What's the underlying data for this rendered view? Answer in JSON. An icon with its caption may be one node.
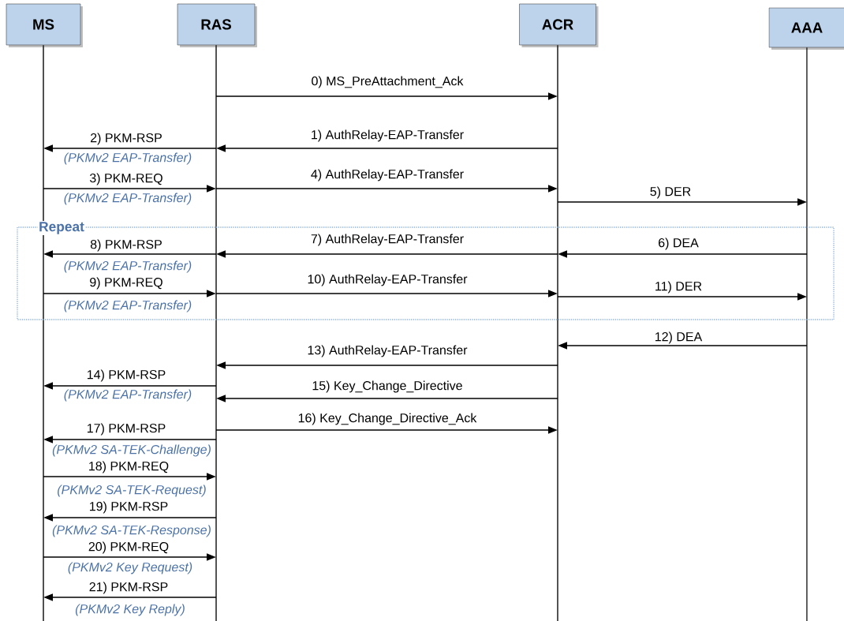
{
  "diagram": {
    "nodes": [
      {
        "text": [
          "MS"
        ]
      },
      {
        "text": [
          "RAS"
        ]
      },
      {
        "text": [
          "ACR"
        ]
      },
      {
        "text": [
          "AAA"
        ]
      }
    ],
    "edges": [
      {
        "from": 1,
        "to": 2,
        "arrow": "to",
        "label": "0) MS_PreAttachment_Ack"
      },
      {
        "from": 2,
        "to": 1,
        "arrow": "to",
        "label": "1) AuthRelay-EAP-Transfer"
      },
      {
        "from": 1,
        "to": 0,
        "arrow": "to",
        "label": "2) PKM-RSP"
      },
      {
        "from": 0,
        "to": 1,
        "arrow": "to",
        "label": "3) PKM-REQ"
      },
      {
        "from": 1,
        "to": 2,
        "arrow": "to",
        "label": "4) AuthRelay-EAP-Transfer"
      },
      {
        "from": 2,
        "to": 3,
        "arrow": "to",
        "label": "5) DER"
      },
      {
        "from": 3,
        "to": 2,
        "arrow": "to",
        "label": "6) DEA"
      },
      {
        "from": 2,
        "to": 1,
        "arrow": "to",
        "label": "7) AuthRelay-EAP-Transfer"
      },
      {
        "from": 1,
        "to": 0,
        "arrow": "to",
        "label": "8) PKM-RSP"
      },
      {
        "from": 0,
        "to": 1,
        "arrow": "to",
        "label": "9) PKM-REQ"
      },
      {
        "from": 1,
        "to": 2,
        "arrow": "to",
        "label": "10) AuthRelay-EAP-Transfer"
      },
      {
        "from": 2,
        "to": 3,
        "arrow": "to",
        "label": "11) DER"
      },
      {
        "from": 3,
        "to": 2,
        "arrow": "to",
        "label": "12) DEA"
      },
      {
        "from": 2,
        "to": 1,
        "arrow": "to",
        "label": "13) AuthRelay-EAP-Transfer"
      },
      {
        "from": 1,
        "to": 0,
        "arrow": "to",
        "label": "14) PKM-RSP"
      },
      {
        "from": 2,
        "to": 1,
        "arrow": "to",
        "label": "15) Key_Change_Directive"
      },
      {
        "from": 1,
        "to": 2,
        "arrow": "to",
        "label": "16) Key_Change_Directive_Ack"
      },
      {
        "from": 1,
        "to": 0,
        "arrow": "to",
        "label": "17) PKM-RSP"
      },
      {
        "from": 0,
        "to": 1,
        "arrow": "to",
        "label": "18) PKM-REQ"
      },
      {
        "from": 1,
        "to": 0,
        "arrow": "to",
        "label": "19) PKM-RSP"
      },
      {
        "from": 0,
        "to": 1,
        "arrow": "to",
        "label": "20) PKM-REQ"
      },
      {
        "from": 1,
        "to": 0,
        "arrow": "to",
        "label": "21) PKM-RSP"
      }
    ],
    "labels": [
      "(PKMv2 EAP-Transfer)",
      "(PKMv2 EAP-Transfer)",
      "Repeat",
      "(PKMv2 EAP-Transfer)",
      "(PKMv2 EAP-Transfer)",
      "(PKMv2 EAP-Transfer)",
      "(PKMv2 SA-TEK-Challenge)",
      "(PKMv2 SA-TEK-Request)",
      "(PKMv2 SA-TEK-Response)",
      "(PKMv2 Key Request)",
      "(PKMv2 Key Reply)"
    ]
  }
}
